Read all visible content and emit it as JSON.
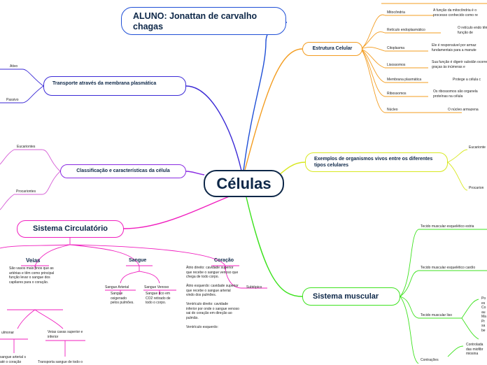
{
  "center": {
    "label": "Células"
  },
  "student": {
    "label": "ALUNO: Jonattan de carvalho chagas"
  },
  "estrutura": {
    "title": "Estrutura Celular",
    "items": [
      {
        "name": "Mitocôndria",
        "text": "A função da mitocôndria é o processo conhecido como re"
      },
      {
        "name": "Retículo endoplasmático",
        "text": "O retículo endo têm função de"
      },
      {
        "name": "Citoplasma",
        "text": "Ele é responsável por armaz fundamentais para a manute"
      },
      {
        "name": "Lisossomos",
        "text": "Sua função é digerir substân ocorre graças às inúmeras e"
      },
      {
        "name": "Membrana plasmática",
        "text": "Protege a célula c"
      },
      {
        "name": "Ribossomos",
        "text": "Os ribossomos são organela proteínas na célula"
      },
      {
        "name": "Núcleo",
        "text": "O núcleo armazena"
      }
    ]
  },
  "exemplos": {
    "title": "Exemplos de organismos vivos entre os diferentes tipos celulares",
    "eucarionte": "Eucarionte",
    "procarionte": "Procarion"
  },
  "transporte": {
    "title": "Transporte através da membrana plasmática",
    "ativo": "Ativo",
    "passivo": "Passivo"
  },
  "classificacao": {
    "title": "Classificação e características da célula",
    "eucariontes": "Eucariontes",
    "procariontes": "Procariontes"
  },
  "circulatorio": {
    "title": "Sistema Circulatório",
    "veias": {
      "label": "Veias",
      "desc": "São vasos mais finos que as artérias e têm como principal função levar o sangue dos capilares para o coração.",
      "pulmonar": "ulmonar",
      "cavas": "Veias cavas superior e inferior",
      "cavas_desc": "Transporta sangue de todo o",
      "pulmonar_desc": "sangue arterial s até o coração"
    },
    "sangue": {
      "label": "Sangue",
      "arterial": "Sangue Arterial",
      "venoso": "Sangue Venoso",
      "arterial_desc": "Sangue oxigenado pelos pulmões.",
      "venoso_desc": "Sangue rico em CO2 retirado de todo o corpo."
    },
    "coracao": {
      "label": "Coração",
      "subtopico": "Subtópico",
      "desc": "Átrio direito: cavidade superior que recebe o sangue venoso que chega de todo corpo.\n\nÁtrio esquerdo: cavidade superior que recebe o sangue arterial vindo dos pulmões.\n\nVentrículo direito: cavidade inferior por onde o sangue venoso sai do coração em direção ao pulmão.\n\nVentrículo esquerdo:"
    }
  },
  "muscular": {
    "title": "Sistema muscular",
    "items": [
      "Tecido muscular esquelético estria",
      "Tecido muscular esquelético cardío",
      "Tecido muscular liso",
      "Contrações"
    ],
    "liso_desc": "Po es Co au Ma Pr sa be",
    "contracoes_desc": "Controlada das miofibr miosina"
  },
  "colors": {
    "center": "#0d2748",
    "estrutura": "#f39c1f",
    "exemplos": "#d8e820",
    "transporte": "#3b2ad6",
    "classificacao": "#8a2be2",
    "circulatorio": "#f01dbe",
    "muscular": "#3ee21f",
    "student": "#1f4fd6"
  }
}
